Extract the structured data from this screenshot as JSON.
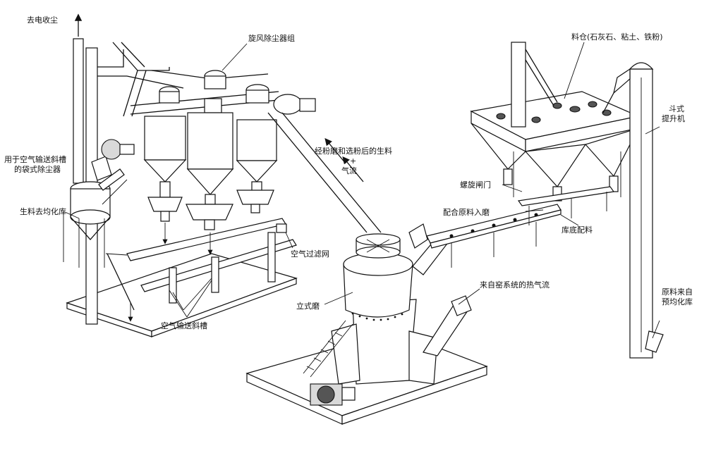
{
  "labels": {
    "to_esp": "去电收尘",
    "cyclone_group": "旋风除尘器组",
    "silo": "料仓(石灰石、粘土、铁粉)",
    "bucket_elevator_1": "斗式",
    "bucket_elevator_2": "提升机",
    "bag_filter_1": "用于空气输送斜槽",
    "bag_filter_2": "的袋式除尘器",
    "raw_meal_storage": "生料去均化库",
    "ground_meal_1": "经粉磨和选粉后的生料",
    "ground_meal_plus": "+",
    "ground_meal_2": "气流",
    "screw_gate": "螺旋闸门",
    "feed_to_mill": "配合原料入磨",
    "batching": "库底配料",
    "air_filter": "空气过滤网",
    "vertical_mill": "立式磨",
    "hot_gas": "来自窑系统的热气流",
    "air_slide": "空气输送斜槽",
    "raw_from_1": "原料来自",
    "raw_from_2": "预均化库"
  }
}
